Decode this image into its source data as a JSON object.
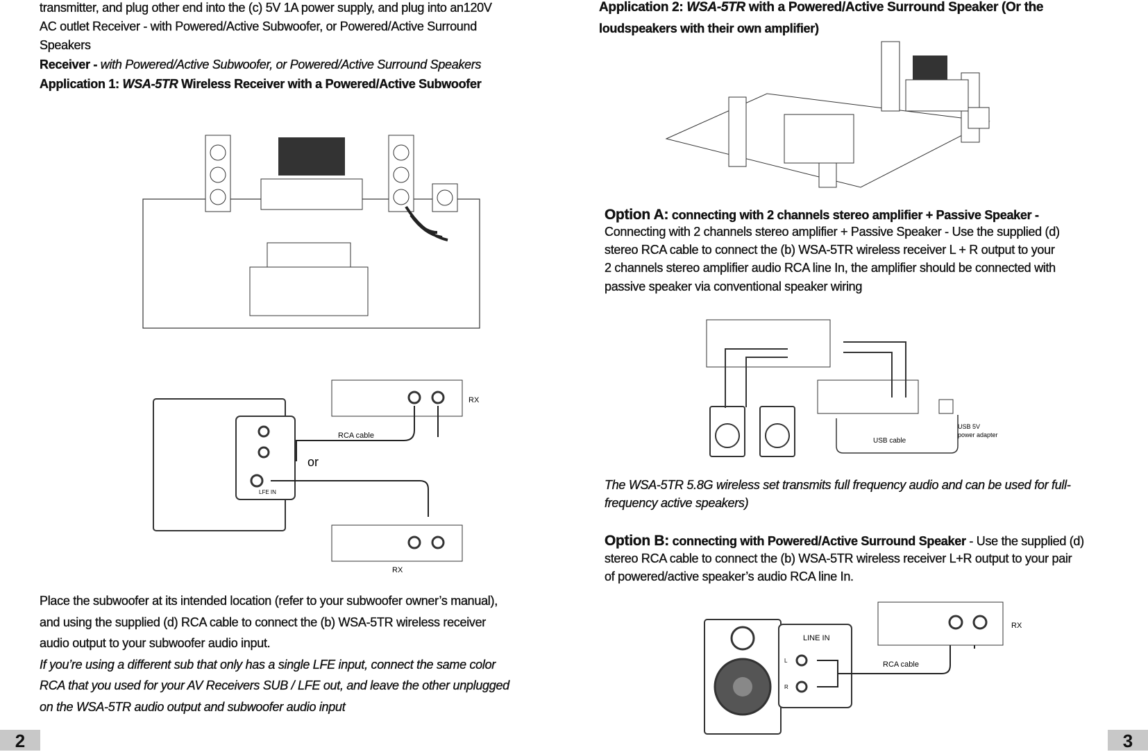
{
  "left": {
    "intro_lines": [
      "transmitter, and plug other end into the (c) 5V 1A power supply, and plug into an120V",
      "AC outlet Receiver - with Powered/Active Subwoofer, or Powered/Active Surround",
      "Speakers"
    ],
    "receiver_label": "Receiver - ",
    "receiver_italic": "with Powered/Active Subwoofer, or Powered/Active Surround Speakers",
    "app1_prefix": "Application 1: ",
    "app1_model": "WSA-5TR",
    "app1_rest": " Wireless Receiver with a Powered/Active Subwoofer",
    "diagram2": {
      "rx_top": "RX",
      "rca_cable": "RCA cable",
      "or": "or",
      "lfe_in": "LFE IN",
      "rx_bottom": "RX"
    },
    "place_lines": [
      "Place the subwoofer at its intended location (refer to your subwoofer owner’s manual),",
      "and using the supplied (d) RCA cable to connect the (b) WSA-5TR wireless receiver",
      "audio output to your subwoofer audio input."
    ],
    "note_lines": [
      "If you’re using a different sub that only has a single LFE input, connect the same color",
      "RCA that you used for your AV Receivers SUB / LFE out, and leave the other unplugged",
      "on the WSA-5TR audio output and subwoofer audio input"
    ],
    "page_number": "2"
  },
  "right": {
    "app2_prefix": "Application 2: ",
    "app2_model": "WSA-5TR",
    "app2_rest": " with a Powered/Active Surround Speaker (Or the",
    "app2_line2": "loudspeakers with their own amplifier)",
    "optA_label": "Option A:",
    "optA_title": " connecting with 2 channels stereo amplifier + Passive Speaker -",
    "optA_lines": [
      "Connecting with 2 channels stereo amplifier + Passive Speaker - Use the supplied (d)",
      "stereo RCA cable to connect the (b) WSA-5TR wireless receiver L + R output to your",
      "2 channels stereo amplifier audio RCA line In, the amplifier should be connected with",
      "passive speaker via conventional speaker wiring"
    ],
    "diagramA": {
      "usb_cable": "USB cable",
      "usb_adapter_1": "USB 5V",
      "usb_adapter_2": "power adapter"
    },
    "note_lines": [
      "The WSA-5TR 5.8G wireless set transmits full frequency audio and can be used for full-",
      "frequency active speakers)"
    ],
    "optB_label": "Option B:",
    "optB_title": " connecting with Powered/Active Surround Speaker",
    "optB_rest": " - Use the supplied (d)",
    "optB_lines": [
      "stereo RCA cable to connect the (b) WSA-5TR wireless receiver L+R output to your pair",
      "of powered/active speaker’s audio RCA line In."
    ],
    "diagramB": {
      "line_in": "LINE IN",
      "l": "L",
      "r": "R",
      "rx": "RX",
      "rca_cable": "RCA cable"
    },
    "page_number": "3"
  }
}
